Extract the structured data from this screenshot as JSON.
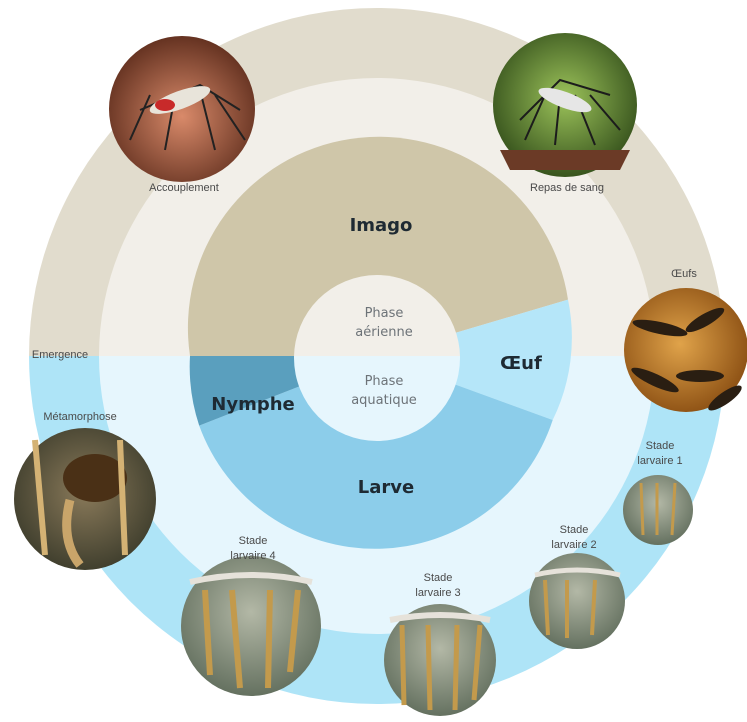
{
  "center": {
    "top_line1": "Phase",
    "top_line2": "aérienne",
    "bottom_line1": "Phase",
    "bottom_line2": "aquatique"
  },
  "stages": {
    "imago": "Imago",
    "oeuf": "Œuf",
    "larve": "Larve",
    "nymphe": "Nymphe"
  },
  "photos": {
    "accouplement": "Accouplement",
    "repas": "Repas de sang",
    "oeufs": "Œufs",
    "emergence": "Emergence",
    "metamorphose": "Métamorphose",
    "stade1_l1": "Stade",
    "stade1_l2": "larvaire 1",
    "stade2_l1": "Stade",
    "stade2_l2": "larvaire 2",
    "stade3_l1": "Stade",
    "stade3_l2": "larvaire 3",
    "stade4_l1": "Stade",
    "stade4_l2": "larvaire 4"
  },
  "colors": {
    "aerial_outer": "#e1dccd",
    "aerial_inner_ring": "#f2efe9",
    "imago": "#cfc6a9",
    "water_outer": "#aee4f7",
    "water_inner_ring": "#e6f6fd",
    "oeuf": "#b5e6f9",
    "larve": "#8ccdea",
    "nymphe": "#5a9fbe"
  }
}
